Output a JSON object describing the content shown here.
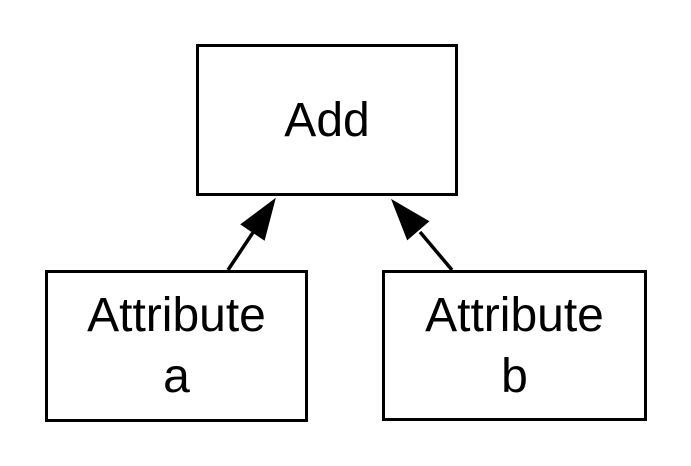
{
  "theme": {
    "background": "#ffffff",
    "stroke": "#000000",
    "text": "#000000"
  },
  "diagram": {
    "type": "node-edge-graph",
    "nodes": [
      {
        "id": "add",
        "label_lines": [
          "Add"
        ]
      },
      {
        "id": "attribute-a",
        "label_lines": [
          "Attribute",
          "a"
        ]
      },
      {
        "id": "attribute-b",
        "label_lines": [
          "Attribute",
          "b"
        ]
      }
    ],
    "edges": [
      {
        "from": "attribute-a",
        "to": "add",
        "arrowhead": "filled-triangle"
      },
      {
        "from": "attribute-b",
        "to": "add",
        "arrowhead": "filled-triangle"
      }
    ]
  }
}
